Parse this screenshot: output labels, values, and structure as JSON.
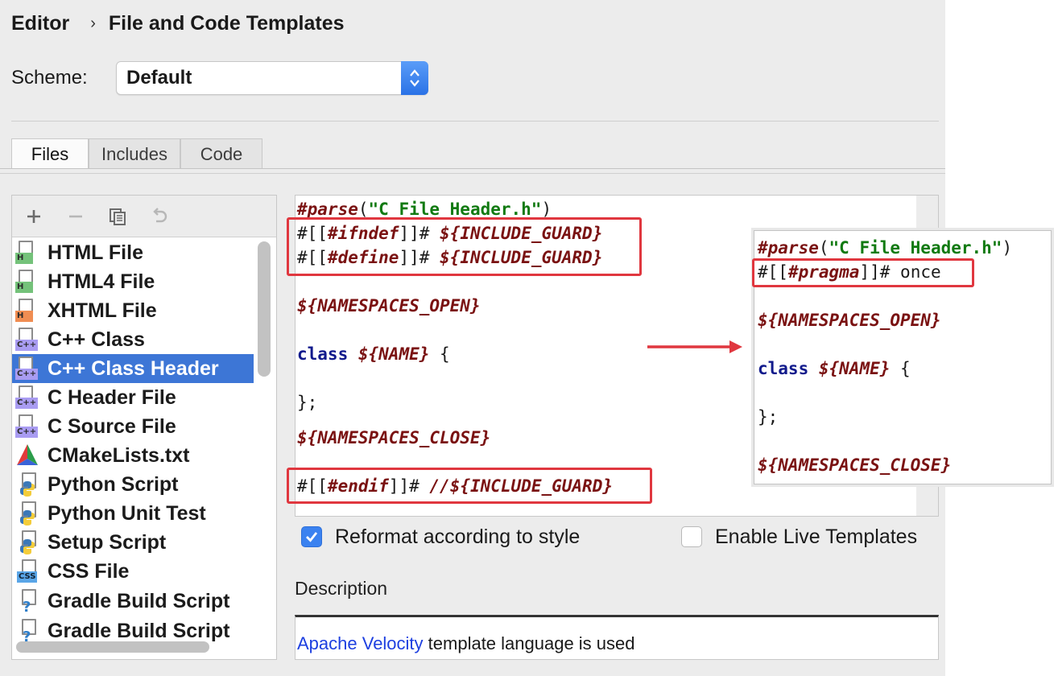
{
  "breadcrumb": {
    "section": "Editor",
    "separator": "›",
    "page": "File and Code Templates"
  },
  "scheme": {
    "label": "Scheme:",
    "value": "Default"
  },
  "tabs": [
    {
      "label": "Files",
      "active": true
    },
    {
      "label": "Includes",
      "active": false
    },
    {
      "label": "Code",
      "active": false
    }
  ],
  "toolbar": {
    "add": "+",
    "remove": "−",
    "copy": "copy-icon",
    "reset": "reset-icon"
  },
  "templates": [
    {
      "label": "HTML File",
      "icon": "html-file-icon",
      "tag": "H"
    },
    {
      "label": "HTML4 File",
      "icon": "html-file-icon",
      "tag": "H"
    },
    {
      "label": "XHTML File",
      "icon": "xhtml-file-icon",
      "tag": "H"
    },
    {
      "label": "C++ Class",
      "icon": "cpp-file-icon",
      "tag": "C++"
    },
    {
      "label": "C++ Class Header",
      "icon": "cpp-file-icon",
      "tag": "C++",
      "selected": true
    },
    {
      "label": "C Header File",
      "icon": "cpp-file-icon",
      "tag": "C++"
    },
    {
      "label": "C Source File",
      "icon": "cpp-file-icon",
      "tag": "C++"
    },
    {
      "label": "CMakeLists.txt",
      "icon": "cmake-icon",
      "tag": ""
    },
    {
      "label": "Python Script",
      "icon": "python-file-icon",
      "tag": ""
    },
    {
      "label": "Python Unit Test",
      "icon": "python-file-icon",
      "tag": ""
    },
    {
      "label": "Setup Script",
      "icon": "python-file-icon",
      "tag": ""
    },
    {
      "label": "CSS File",
      "icon": "css-file-icon",
      "tag": "CSS"
    },
    {
      "label": "Gradle Build Script",
      "icon": "gradle-file-icon",
      "tag": ""
    },
    {
      "label": "Gradle Build Script",
      "icon": "gradle-file-icon",
      "tag": ""
    }
  ],
  "editor": {
    "parse": "#parse",
    "parse_arg": "\"C File Header.h\"",
    "hash_open": "#[[",
    "hash_close": "]]#",
    "ifndef": "#ifndef",
    "define": "#define",
    "endif": "#endif",
    "include_guard": "${INCLUDE_GUARD}",
    "ns_open": "${NAMESPACES_OPEN}",
    "class_kw": "class",
    "name_var": "${NAME}",
    "brace_open": "{",
    "brace_close": "};",
    "ns_close": "${NAMESPACES_CLOSE}",
    "comment": "//"
  },
  "overlay": {
    "parse": "#parse",
    "parse_arg": "\"C File Header.h\"",
    "pragma": "#pragma",
    "once": "once",
    "ns_open": "${NAMESPACES_OPEN}",
    "class_kw": "class",
    "name_var": "${NAME}",
    "brace_open": "{",
    "brace_close": "};",
    "ns_close": "${NAMESPACES_CLOSE}"
  },
  "options": {
    "reformat": {
      "label": "Reformat according to style",
      "checked": true
    },
    "live_templates": {
      "label": "Enable Live Templates",
      "checked": false
    }
  },
  "description": {
    "label": "Description",
    "link": "Apache Velocity",
    "text": " template language is used"
  },
  "colors": {
    "selection": "#3d76d6",
    "highlight_box": "#e0373f",
    "keyword": "#111a8c",
    "directive": "#7a1212",
    "string": "#117a11",
    "link": "#1d3fe0"
  }
}
